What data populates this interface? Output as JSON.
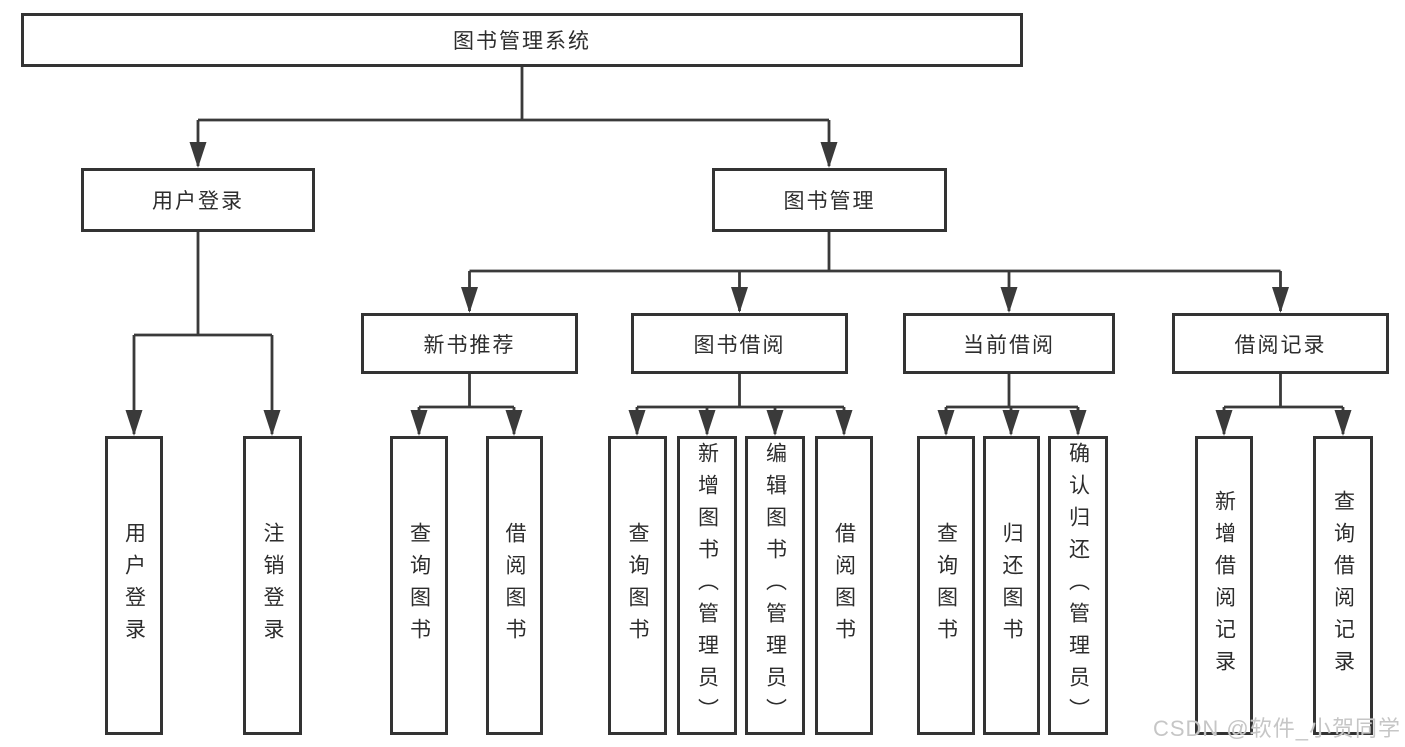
{
  "colors": {
    "line": "#3a3a3a",
    "border": "#333333",
    "text": "#2d2d2d",
    "watermark": "#c6c6c6",
    "canvas-bg": "#ffffff"
  },
  "tree": {
    "label": "图书管理系统",
    "children": [
      {
        "label": "用户登录",
        "children": [
          {
            "label": "用户登录"
          },
          {
            "label": "注销登录"
          }
        ]
      },
      {
        "label": "图书管理",
        "children": [
          {
            "label": "新书推荐",
            "children": [
              {
                "label": "查询图书"
              },
              {
                "label": "借阅图书"
              }
            ]
          },
          {
            "label": "图书借阅",
            "children": [
              {
                "label": "查询图书"
              },
              {
                "label": "新增图书（管理员）"
              },
              {
                "label": "编辑图书（管理员）"
              },
              {
                "label": "借阅图书"
              }
            ]
          },
          {
            "label": "当前借阅",
            "children": [
              {
                "label": "查询图书"
              },
              {
                "label": "归还图书"
              },
              {
                "label": "确认归还（管理员）"
              }
            ]
          },
          {
            "label": "借阅记录",
            "children": [
              {
                "label": "新增借阅记录"
              },
              {
                "label": "查询借阅记录"
              }
            ]
          }
        ]
      }
    ]
  },
  "watermark": {
    "text": "CSDN @软件_小贺同学"
  }
}
